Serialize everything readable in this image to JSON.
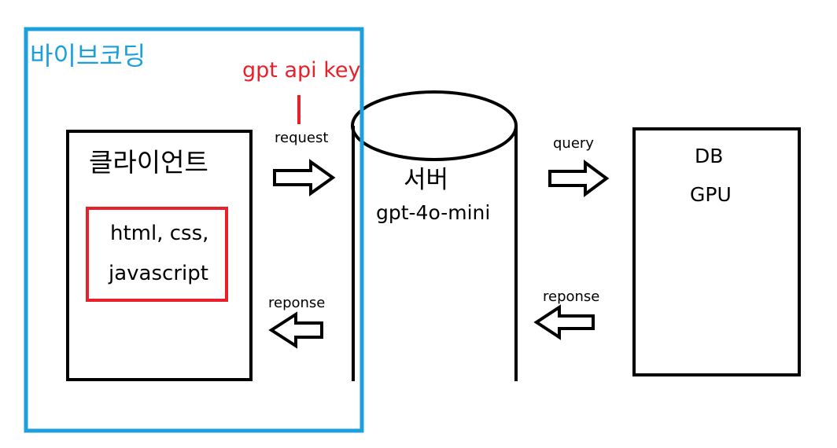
{
  "vibe_label": "바이브코딩",
  "api_key_label": "gpt api key",
  "client": {
    "title": "클라이언트",
    "tech_line1": "html, css,",
    "tech_line2": "javascript"
  },
  "server": {
    "title": "서버",
    "model": "gpt-4o-mini"
  },
  "backend": {
    "line1": "DB",
    "line2": "GPU"
  },
  "arrows": {
    "request": "request",
    "query": "query",
    "response_left": "reponse",
    "response_right": "reponse"
  },
  "colors": {
    "vibe_frame": "#1aa0dd",
    "api_key": "#e8202a",
    "tech_box": "#e8202a",
    "outline": "#000000"
  }
}
